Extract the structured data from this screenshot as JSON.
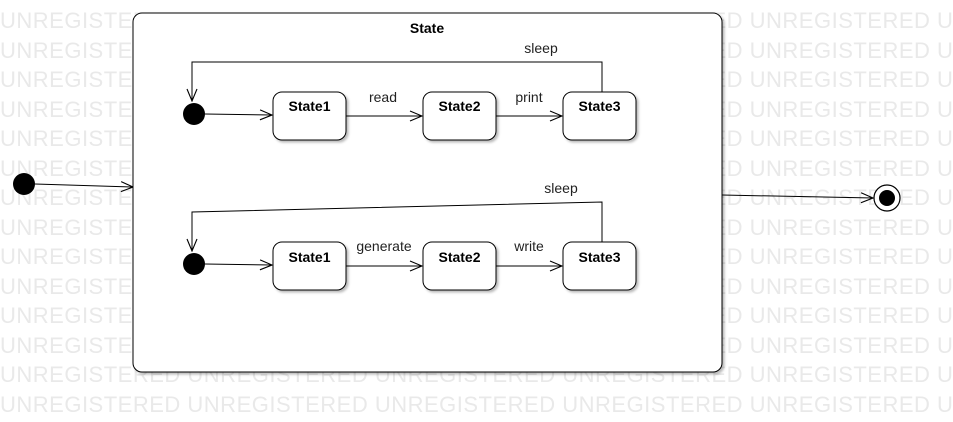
{
  "watermark": {
    "text": "UNREGISTERED"
  },
  "composite_state": {
    "title": "State"
  },
  "region_top": {
    "states": [
      "State1",
      "State2",
      "State3"
    ],
    "transitions": [
      "read",
      "print"
    ],
    "loop_label": "sleep"
  },
  "region_bottom": {
    "states": [
      "State1",
      "State2",
      "State3"
    ],
    "transitions": [
      "generate",
      "write"
    ],
    "loop_label": "sleep"
  },
  "colors": {
    "stroke": "#000000",
    "fill": "#ffffff",
    "watermark": "#e9e9e9"
  }
}
